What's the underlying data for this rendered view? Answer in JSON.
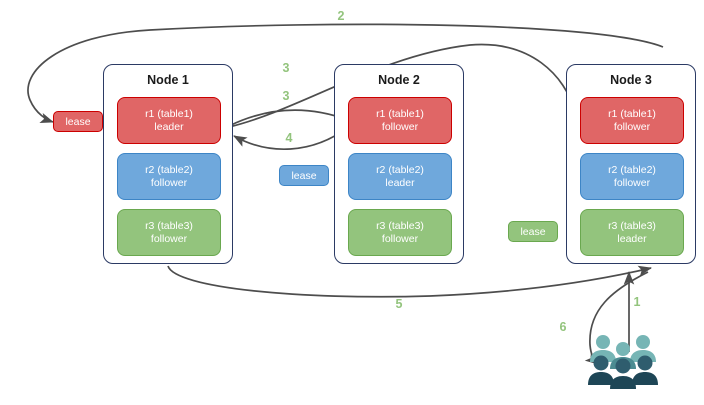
{
  "diagram": {
    "background": "#ffffff",
    "edge_color": "#4d4d4d",
    "label_color": "#93c47d",
    "node_border_color": "#2b3a64",
    "colors": {
      "red_fill": "#e06666",
      "red_stroke": "#cc0000",
      "blue_fill": "#6fa8dc",
      "blue_stroke": "#3d85c6",
      "green_fill": "#93c47d",
      "green_stroke": "#6aa84f",
      "users_light": "#76b5b5",
      "users_dark": "#2f5d6e"
    }
  },
  "nodes": [
    {
      "title": "Node 1",
      "replicas": [
        {
          "name": "r1 (table1)",
          "role": "leader"
        },
        {
          "name": "r2 (table2)",
          "role": "follower"
        },
        {
          "name": "r3 (table3)",
          "role": "follower"
        }
      ]
    },
    {
      "title": "Node 2",
      "replicas": [
        {
          "name": "r1 (table1)",
          "role": "follower"
        },
        {
          "name": "r2 (table2)",
          "role": "leader"
        },
        {
          "name": "r3 (table3)",
          "role": "follower"
        }
      ]
    },
    {
      "title": "Node 3",
      "replicas": [
        {
          "name": "r1 (table1)",
          "role": "follower"
        },
        {
          "name": "r2 (table2)",
          "role": "follower"
        },
        {
          "name": "r3 (table3)",
          "role": "leader"
        }
      ]
    }
  ],
  "leases": [
    {
      "label": "lease",
      "color": "red"
    },
    {
      "label": "lease",
      "color": "blue"
    },
    {
      "label": "lease",
      "color": "green"
    }
  ],
  "steps": [
    {
      "label": "1"
    },
    {
      "label": "2"
    },
    {
      "label": "3"
    },
    {
      "label": "3"
    },
    {
      "label": "4"
    },
    {
      "label": "5"
    },
    {
      "label": "6"
    }
  ],
  "users": {
    "name": "users-group"
  }
}
